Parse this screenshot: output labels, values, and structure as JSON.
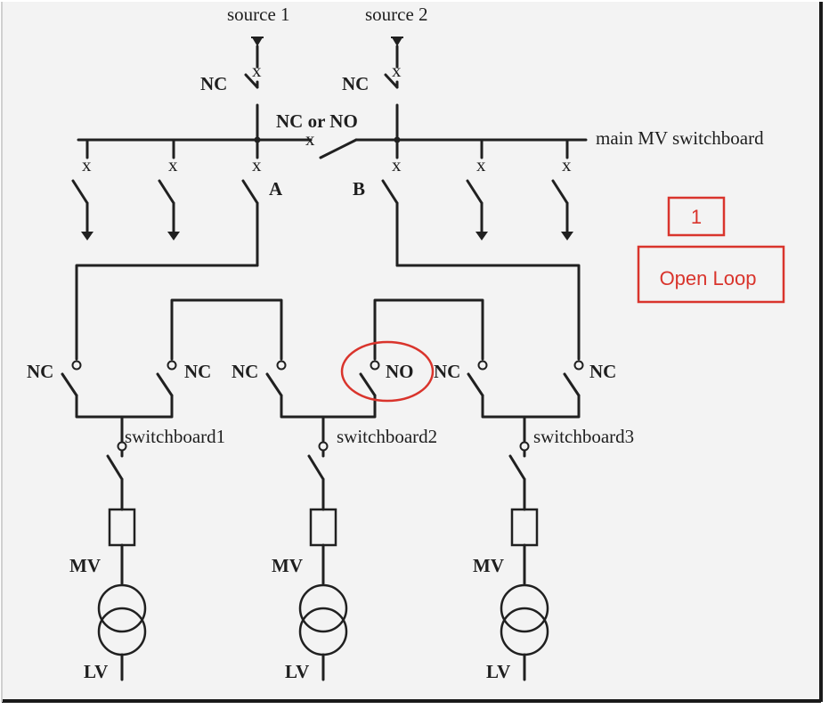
{
  "diagram": {
    "sources": [
      "source 1",
      "source 2"
    ],
    "source_switch_state": "NC",
    "bus_coupler_label": "NC or NO",
    "main_bus_label": "main MV switchboard",
    "feeder_labels": [
      "A",
      "B"
    ],
    "ring_switches": [
      "NC",
      "NC",
      "NC",
      "NO",
      "NC",
      "NC"
    ],
    "substations": [
      {
        "switchboard": "switchboard1",
        "mv": "MV",
        "lv": "LV"
      },
      {
        "switchboard": "switchboard2",
        "mv": "MV",
        "lv": "LV"
      },
      {
        "switchboard": "switchboard3",
        "mv": "MV",
        "lv": "LV"
      }
    ]
  },
  "annotations": {
    "number": "1",
    "label": "Open Loop",
    "color": "#d9342c"
  },
  "colors": {
    "background": "#f3f3f3",
    "line": "#202020",
    "frame": "#1a1a1a"
  }
}
